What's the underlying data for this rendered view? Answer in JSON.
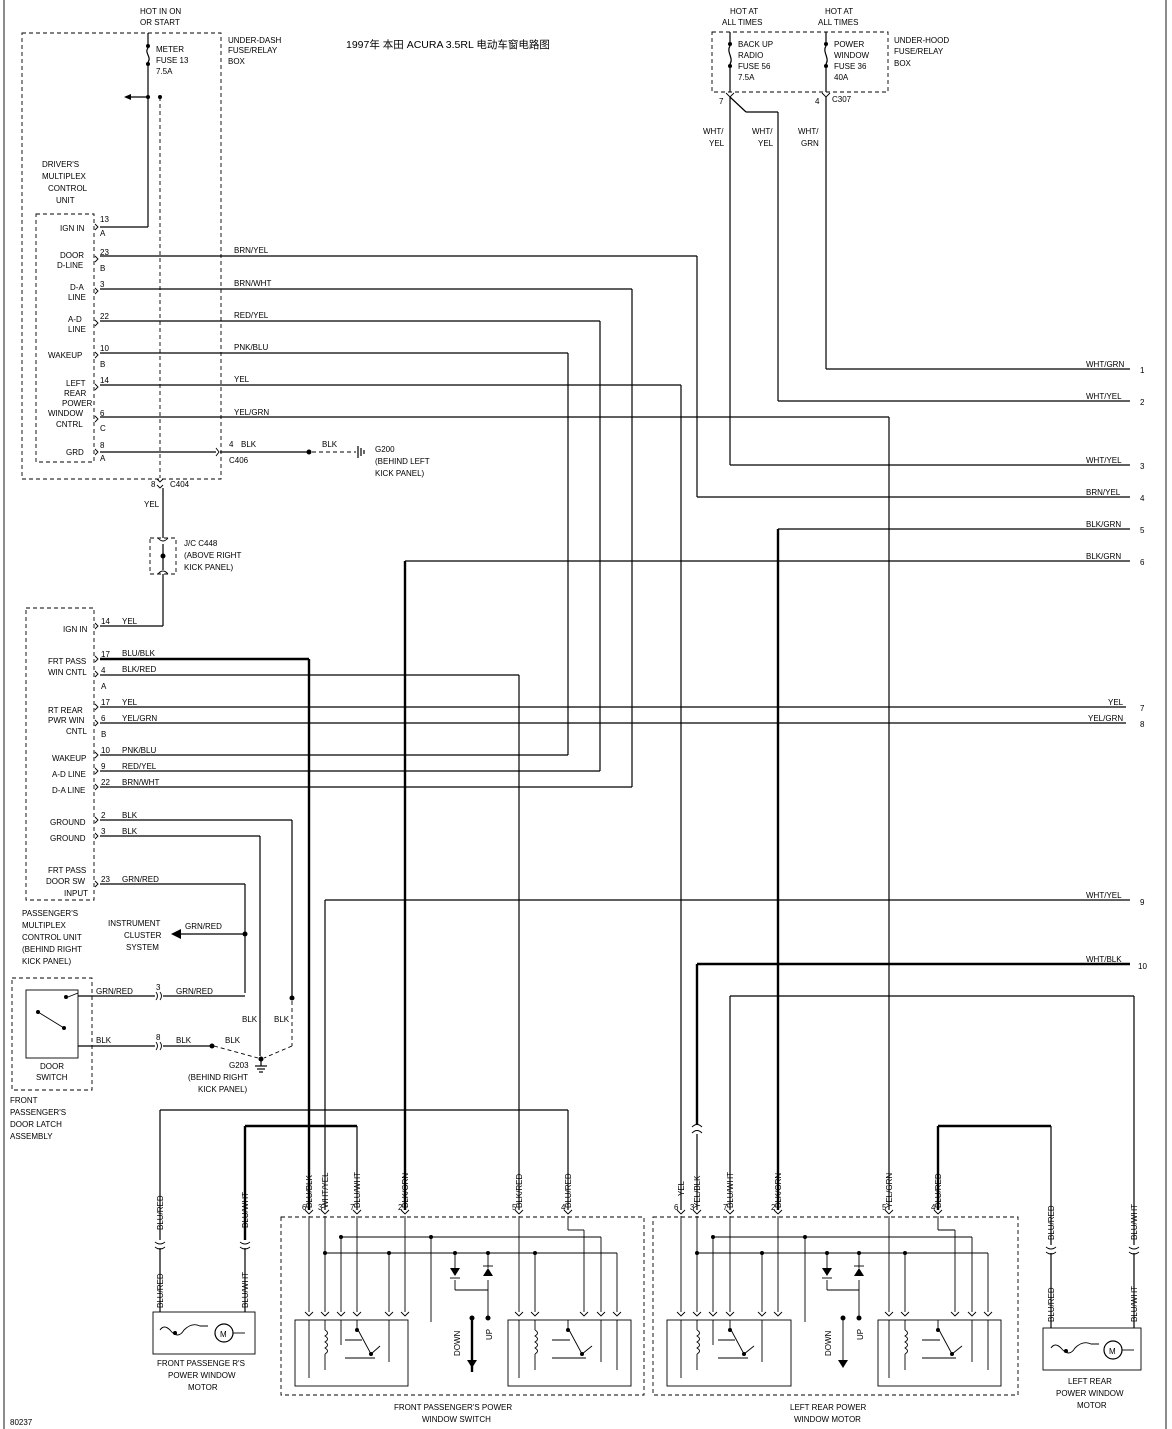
{
  "title": "1997年 本田 ACURA 3.5RL  电动车窗电路图",
  "figure_id": "80237",
  "power": {
    "hot_in_on": "HOT IN ON",
    "or_start": "OR START",
    "hot_at_1": "HOT AT",
    "all_times_1": "ALL TIMES",
    "hot_at_2": "HOT AT",
    "all_times_2": "ALL TIMES"
  },
  "dash_box": [
    "UNDER-DASH",
    "FUSE/RELAY",
    "BOX"
  ],
  "meter_fuse": [
    "METER",
    "FUSE 13",
    "7.5A"
  ],
  "hood_box": [
    "UNDER-HOOD",
    "FUSE/RELAY",
    "BOX"
  ],
  "radio_fuse": [
    "BACK UP",
    "RADIO",
    "FUSE 56",
    "7.5A"
  ],
  "pw_fuse": [
    "POWER",
    "WINDOW",
    "FUSE 36",
    "40A"
  ],
  "c307": {
    "name": "C307",
    "pin7": "7",
    "pin4": "4"
  },
  "hood_wires": {
    "w1a": "WHT/",
    "w1b": "YEL",
    "w2a": "WHT/",
    "w2b": "YEL",
    "w3a": "WHT/",
    "w3b": "GRN"
  },
  "driver_unit": [
    "DRIVER'S",
    "MULTIPLEX",
    "CONTROL",
    "UNIT"
  ],
  "driver_pins": [
    {
      "label": "IGN IN",
      "pin": "13",
      "conn": "A"
    },
    {
      "label": "DOOR",
      "label2": "D-LINE",
      "pin": "23",
      "conn": "B",
      "wire": "BRN/YEL"
    },
    {
      "label": "D-A",
      "label2": "LINE",
      "pin": "3",
      "wire": "BRN/WHT"
    },
    {
      "label": "A-D",
      "label2": "LINE",
      "pin": "22",
      "wire": "RED/YEL"
    },
    {
      "label": "WAKEUP",
      "pin": "10",
      "conn": "B",
      "wire": "PNK/BLU"
    },
    {
      "label": "LEFT",
      "pin": "14",
      "wire": "YEL"
    },
    {
      "label": "REAR",
      "label2": "POWER",
      "label3": "WINDOW",
      "label4": "CNTRL",
      "pin": "6",
      "conn": "C",
      "wire": "YEL/GRN"
    },
    {
      "label": "GRD",
      "pin": "8",
      "conn": "A"
    }
  ],
  "c406": {
    "name": "C406",
    "pin": "4",
    "wire": "BLK",
    "wire2": "BLK"
  },
  "g200": [
    "G200",
    "(BEHIND LEFT",
    "KICK PANEL)"
  ],
  "c404": {
    "name": "C404",
    "pin": "8",
    "wire": "YEL"
  },
  "jc": [
    "J/C C448",
    "(ABOVE RIGHT",
    "KICK PANEL)"
  ],
  "pass_unit": [
    "PASSENGER'S",
    "MULTIPLEX",
    "CONTROL UNIT",
    "(BEHIND RIGHT",
    "KICK PANEL)"
  ],
  "pass_pins": [
    {
      "label": "IGN IN",
      "pin": "14",
      "wire": "YEL"
    },
    {
      "label": "FRT PASS",
      "label2": "WIN CNTL",
      "pin": "17",
      "pin2": "4",
      "conn": "A",
      "wire": "BLU/BLK",
      "wire2": "BLK/RED"
    },
    {
      "label": "RT REAR",
      "label2": "PWR WIN",
      "label3": "CNTL",
      "pin": "17",
      "pin2": "6",
      "conn": "B",
      "wire": "YEL",
      "wire2": "YEL/GRN"
    },
    {
      "label": "WAKEUP",
      "pin": "10",
      "wire": "PNK/BLU"
    },
    {
      "label": "A-D LINE",
      "pin": "9",
      "wire": "RED/YEL"
    },
    {
      "label": "D-A LINE",
      "pin": "22",
      "wire": "BRN/WHT"
    },
    {
      "label": "GROUND",
      "pin": "2",
      "wire": "BLK"
    },
    {
      "label": "GROUND",
      "pin": "3",
      "wire": "BLK"
    },
    {
      "label": "FRT PASS",
      "label2": "DOOR SW",
      "label3": "INPUT",
      "pin": "23",
      "wire": "GRN/RED"
    }
  ],
  "instrument": [
    "INSTRUMENT",
    "CLUSTER",
    "SYSTEM"
  ],
  "instr_wire": "GRN/RED",
  "door_switch": [
    "DOOR",
    "SWITCH"
  ],
  "door_latch": [
    "FRONT",
    "PASSENGER'S",
    "DOOR LATCH",
    "ASSEMBLY"
  ],
  "door_wires": {
    "grnred1": "GRN/RED",
    "pin3": "3",
    "grnred2": "GRN/RED",
    "blk1": "BLK",
    "pin8": "8",
    "blk2": "BLK",
    "blk3": "BLK",
    "blk4": "BLK",
    "blk5": "BLK"
  },
  "g203": [
    "G203",
    "(BEHIND RIGHT",
    "KICK PANEL)"
  ],
  "right_wires": [
    {
      "label": "WHT/GRN",
      "num": "1"
    },
    {
      "label": "WHT/YEL",
      "num": "2"
    },
    {
      "label": "WHT/YEL",
      "num": "3"
    },
    {
      "label": "BRN/YEL",
      "num": "4"
    },
    {
      "label": "BLK/GRN",
      "num": "5"
    },
    {
      "label": "BLK/GRN",
      "num": "6"
    },
    {
      "label": "YEL",
      "num": "7"
    },
    {
      "label": "YEL/GRN",
      "num": "8"
    },
    {
      "label": "WHT/YEL",
      "num": "9"
    },
    {
      "label": "WHT/BLK",
      "num": "10"
    }
  ],
  "fps_wires": [
    "BLU/BLK",
    "WHT/YEL",
    "BLU/WHT",
    "BLK/GRN",
    "BLK/RED",
    "BLU/RED"
  ],
  "fps_pins": [
    "6",
    "3",
    "7",
    "2",
    "5",
    "4"
  ],
  "lrm_wires": [
    "YEL",
    "YEL/BLK",
    "BLU/WHT",
    "BLK/GRN",
    "YEL/GRN",
    "BLU/RED"
  ],
  "lrm_pins": [
    "6",
    "3",
    "7",
    "2",
    "5",
    "4"
  ],
  "motor_wires": {
    "fl1": "BLU/RED",
    "fl2": "BLU/WHT",
    "fl3": "BLU/RED",
    "fl4": "BLU/WHT",
    "lr1": "BLU/RED",
    "lr2": "BLU/WHT",
    "lr3": "BLU/RED",
    "lr4": "BLU/WHT"
  },
  "motor_symbol": "M",
  "front_motor": [
    "FRONT PASSENGE R'S",
    "POWER WINDOW",
    "MOTOR"
  ],
  "front_switch": [
    "FRONT PASSENGER'S POWER",
    "WINDOW SWITCH"
  ],
  "left_rear_motor_block": [
    "LEFT REAR POWER",
    "WINDOW MOTOR"
  ],
  "left_rear_motor": [
    "LEFT REAR",
    "POWER WINDOW",
    "MOTOR"
  ],
  "switch_labels": {
    "down": "DOWN",
    "up": "UP"
  }
}
